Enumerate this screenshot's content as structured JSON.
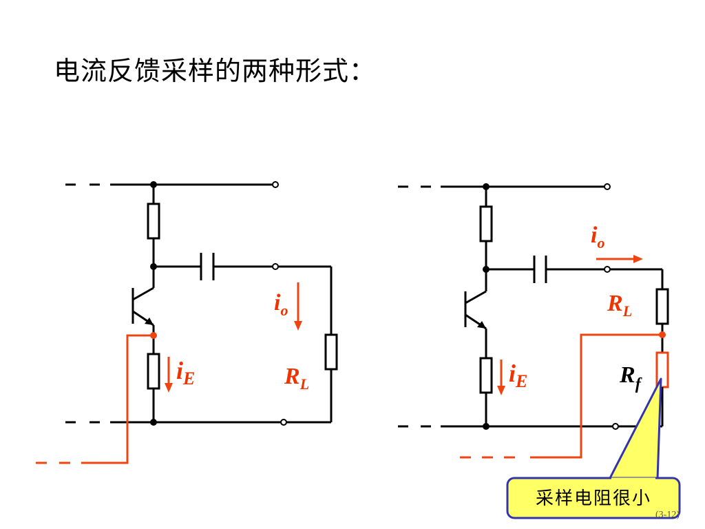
{
  "title": "电流反馈采样的两种形式：",
  "left_circuit": {
    "io_label": "i",
    "io_sub": "o",
    "ie_label": "i",
    "ie_sub": "E",
    "rl_label": "R",
    "rl_sub": "L"
  },
  "right_circuit": {
    "io_label": "i",
    "io_sub": "o",
    "ie_label": "i",
    "ie_sub": "E",
    "rl_label": "R",
    "rl_sub": "L",
    "rf_label": "R",
    "rf_sub": "f"
  },
  "callout": {
    "text": "采样电阻很小"
  },
  "page_number": "(3-12)",
  "colors": {
    "accent": "#ee4411",
    "callout_fill": "#ffff66",
    "callout_border": "#3333aa"
  }
}
